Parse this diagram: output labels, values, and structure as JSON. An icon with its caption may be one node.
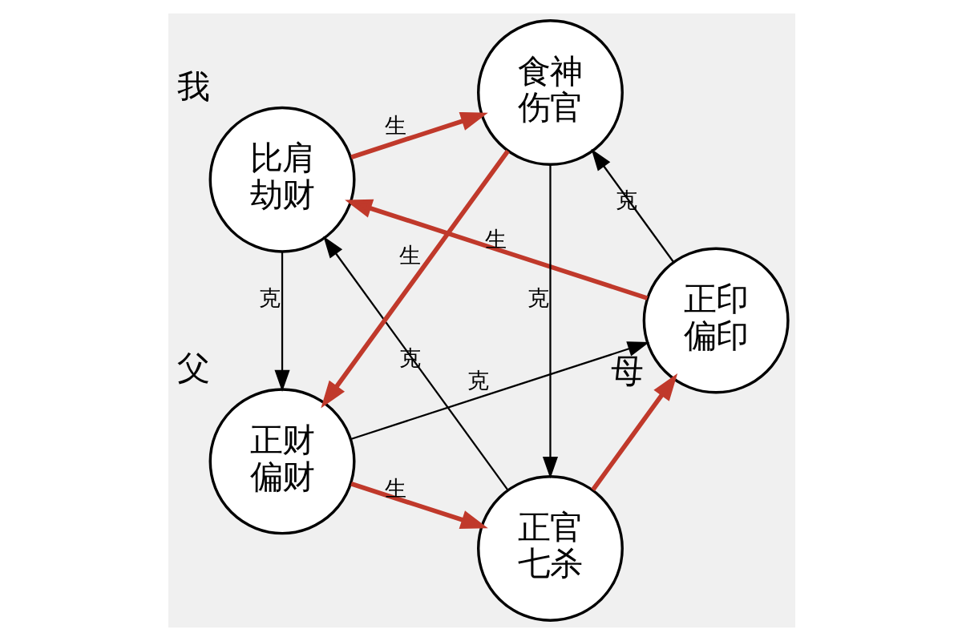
{
  "diagram": {
    "nodes": [
      {
        "text": [
          "正官",
          "七杀"
        ]
      },
      {
        "text": [
          "正印",
          "偏印"
        ],
        "beside": [
          "母"
        ]
      },
      {
        "text": [
          "比肩",
          "劫财"
        ],
        "beside": [
          "我"
        ]
      },
      {
        "text": [
          "食神",
          "伤官"
        ]
      },
      {
        "text": [
          "正财",
          "偏财"
        ],
        "beside": [
          "父"
        ]
      }
    ],
    "edges": [
      {
        "from": 0,
        "to": 1,
        "arrow": "to",
        "style": "thick",
        "color": "#c0392b"
      },
      {
        "from": 1,
        "to": 2,
        "arrow": "to",
        "label": "生",
        "style": "thick",
        "color": "#c0392b"
      },
      {
        "from": 2,
        "to": 3,
        "arrow": "to",
        "label": "生",
        "style": "thick",
        "color": "#c0392b"
      },
      {
        "from": 3,
        "to": 4,
        "arrow": "to",
        "label": "生",
        "style": "thick",
        "color": "#c0392b"
      },
      {
        "from": 4,
        "to": 0,
        "arrow": "to",
        "label": "生",
        "style": "thick",
        "color": "#c0392b"
      },
      {
        "from": 0,
        "to": 2,
        "arrow": "to",
        "label": "克",
        "color": "#000000"
      },
      {
        "from": 2,
        "to": 4,
        "arrow": "to",
        "label": "克",
        "color": "#000000"
      },
      {
        "from": 4,
        "to": 1,
        "arrow": "to",
        "label": "克",
        "color": "#000000"
      },
      {
        "from": 1,
        "to": 3,
        "arrow": "to",
        "label": "克",
        "color": "#000000"
      },
      {
        "from": 3,
        "to": 0,
        "arrow": "to",
        "label": "克",
        "color": "#000000"
      }
    ]
  }
}
